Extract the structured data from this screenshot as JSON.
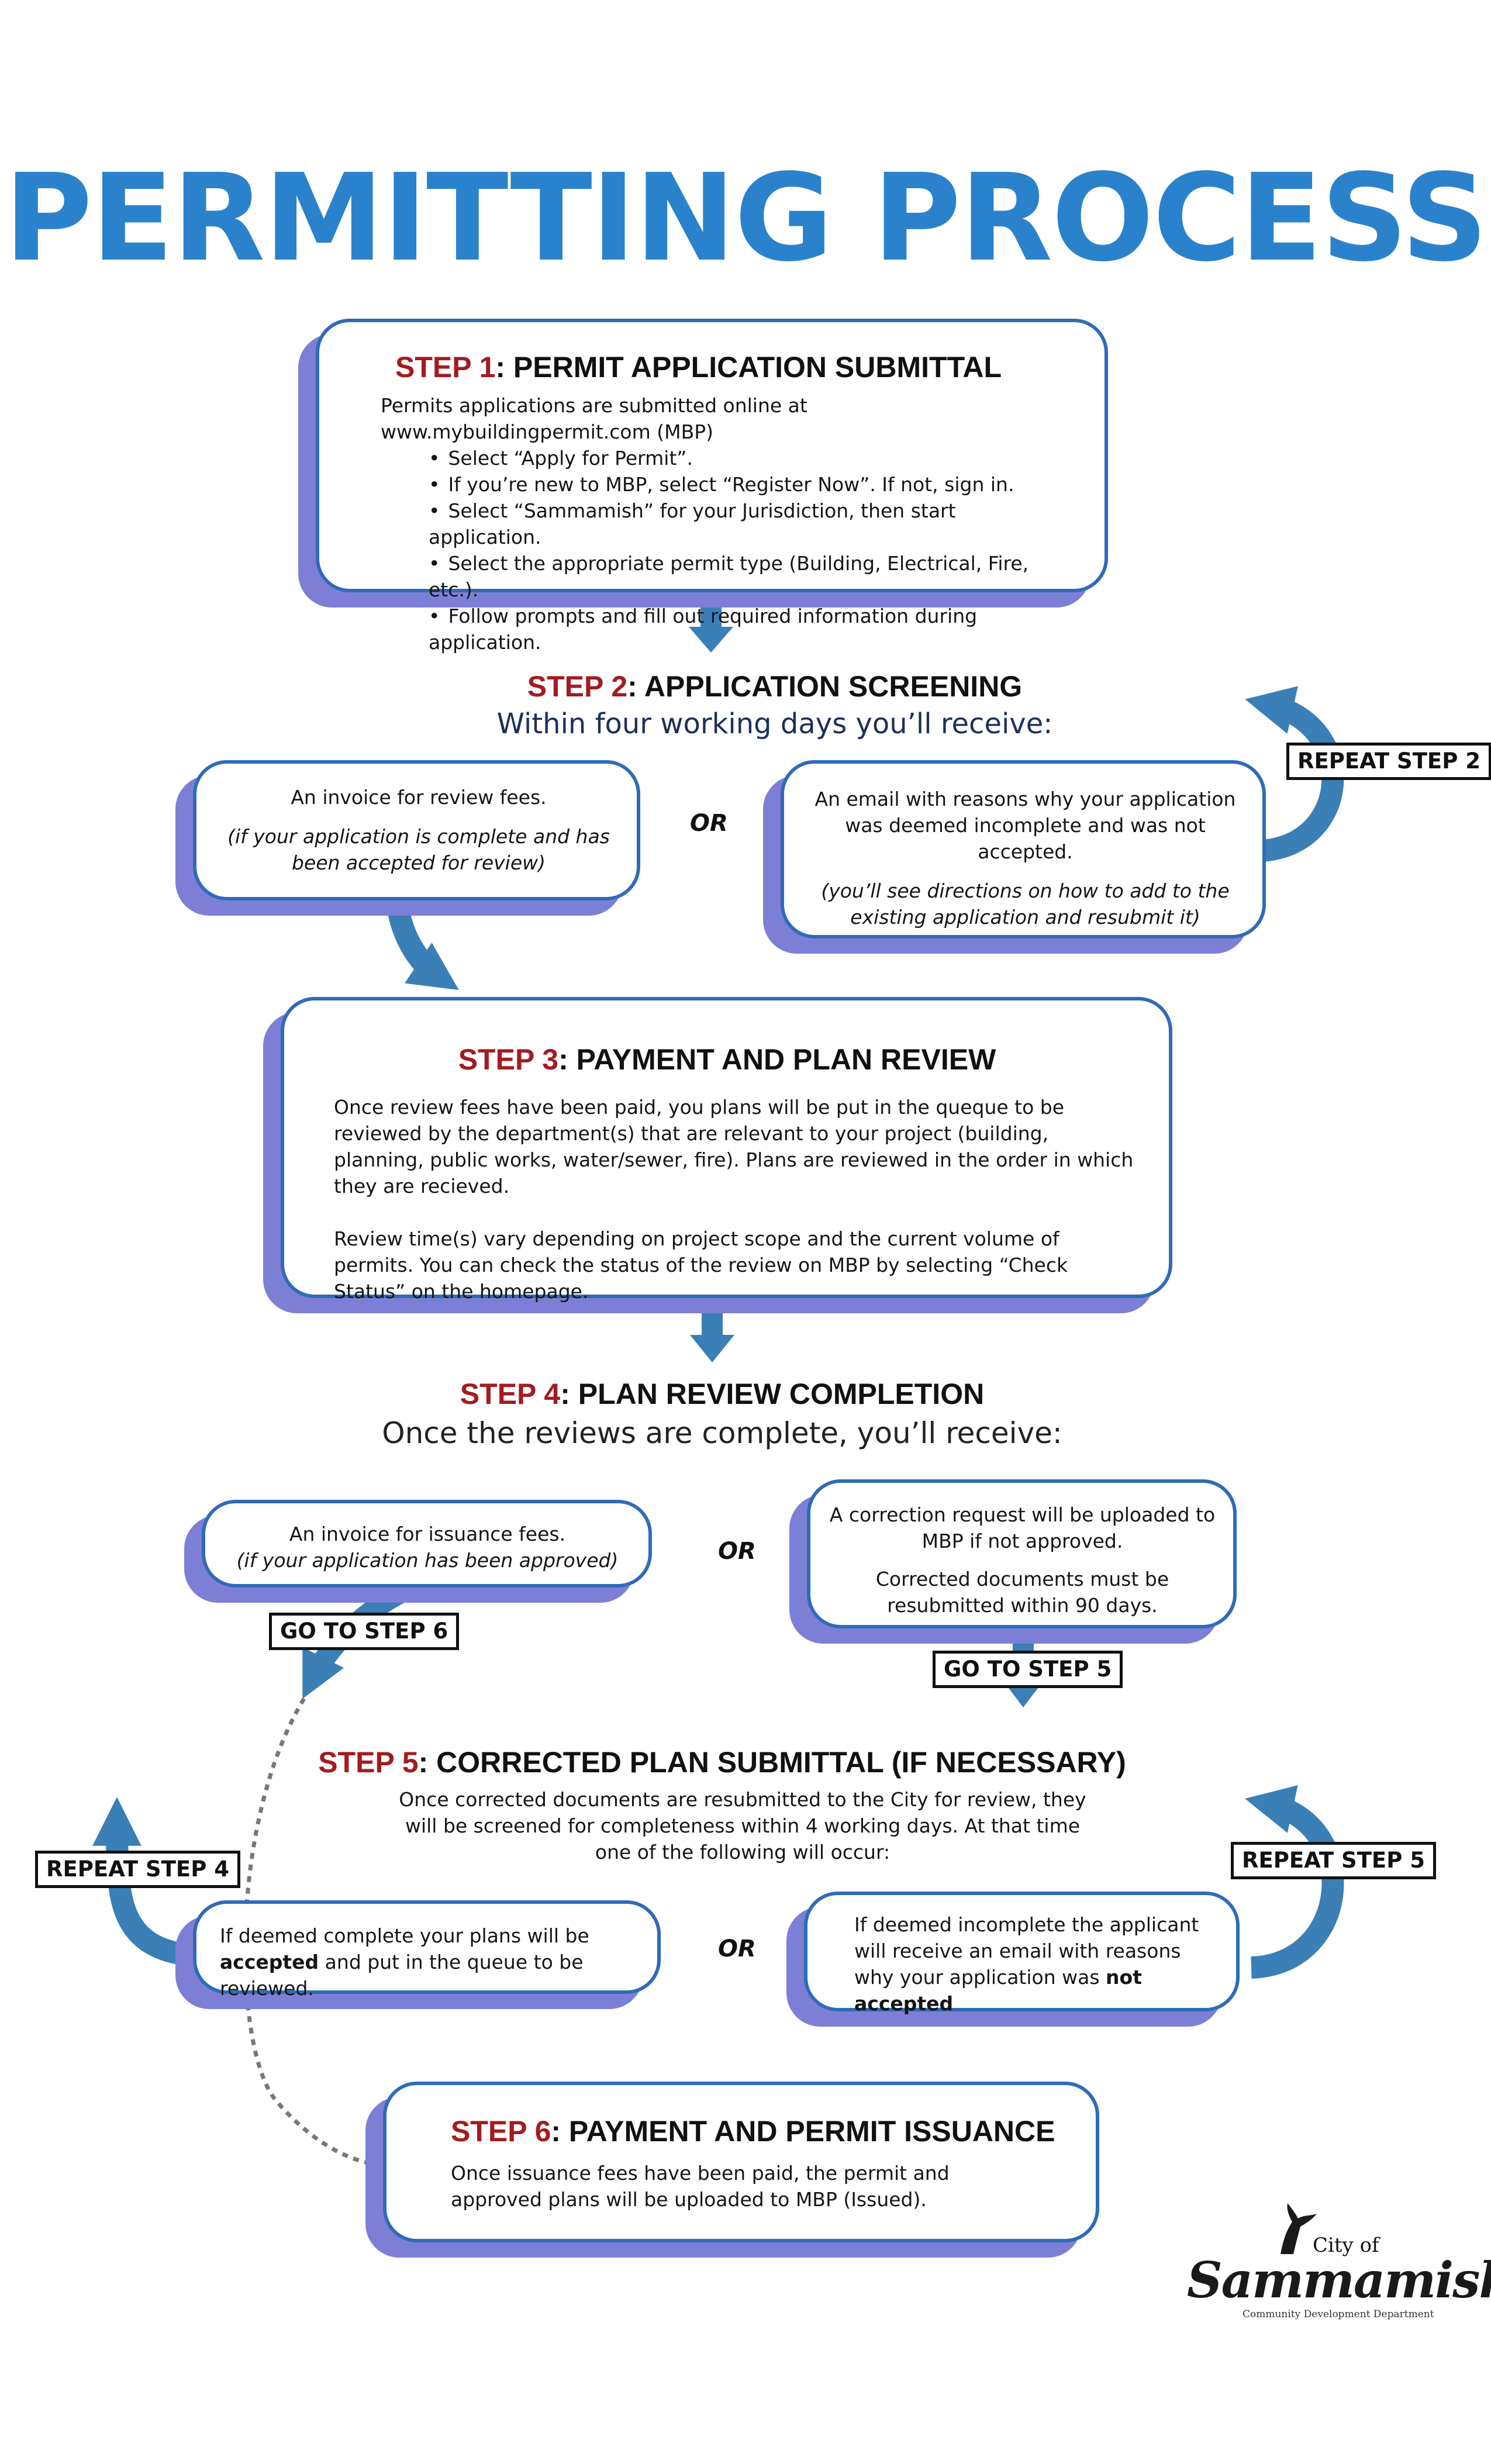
{
  "title": "PERMITTING PROCESS",
  "step1": {
    "num": "STEP 1",
    "heading": ": PERMIT APPLICATION SUBMITTAL",
    "intro": "Permits applications are submitted online at www.mybuildingpermit.com (MBP)",
    "bullets": [
      "Select “Apply for Permit”.",
      "If you’re new to MBP, select “Register Now”. If not, sign in.",
      "Select “Sammamish” for your Jurisdiction, then start application.",
      "Select the appropriate permit type (Building, Electrical, Fire, etc.).",
      "Follow prompts and fill out required information during application."
    ]
  },
  "step2": {
    "num": "STEP 2",
    "heading": ": APPLICATION SCREENING",
    "subtitle": "Within four working days you’ll receive:",
    "left_main": "An invoice for review fees.",
    "left_note": "(if your application is complete and has been accepted for review)",
    "or": "OR",
    "right_main": "An email with reasons why your application was deemed incomplete and was not accepted.",
    "right_note": "(you’ll see directions on how to add to the existing application and resubmit it)",
    "repeat": "REPEAT STEP 2"
  },
  "step3": {
    "num": "STEP 3",
    "heading": ": PAYMENT AND PLAN REVIEW",
    "p1": "Once review fees have been paid, you plans will be put in the queque to be reviewed by the department(s) that are relevant to your project (building, planning, public works, water/sewer, fire). Plans are reviewed in the order in which they are recieved.",
    "p2": "Review time(s) vary depending on project scope and the current volume of permits. You can check the status of the review on MBP by selecting “Check Status” on the homepage."
  },
  "step4": {
    "num": "STEP 4",
    "heading": ": PLAN REVIEW COMPLETION",
    "subtitle": "Once the reviews are complete, you’ll receive:",
    "left_main": "An invoice for issuance fees.",
    "left_note": "(if your application has been approved)",
    "or": "OR",
    "right_p1": "A correction request will be uploaded to MBP if not approved.",
    "right_p2": "Corrected documents must be resubmitted within 90 days.",
    "goto6": "GO TO STEP 6",
    "goto5": "GO TO STEP 5"
  },
  "step5": {
    "num": "STEP 5",
    "heading": ": CORRECTED PLAN SUBMITTAL (IF NECESSARY)",
    "intro": "Once corrected documents are resubmitted to the City for review, they will be screened for completeness within 4 working days.  At that time one of the following will occur:",
    "left_a": "If deemed complete your plans will be ",
    "left_b": "accepted",
    "left_c": " and put in the queue to be reviewed.",
    "or": "OR",
    "right_a": "If deemed incomplete the applicant will receive an email with reasons why your application was ",
    "right_b": "not accepted",
    "repeat4": "REPEAT STEP 4",
    "repeat5": "REPEAT STEP 5"
  },
  "step6": {
    "num": "STEP 6",
    "heading": ": PAYMENT AND PERMIT ISSUANCE",
    "body": "Once issuance fees have been paid, the permit and approved plans will be uploaded to MBP (Issued)."
  },
  "logo": {
    "city_of": "City of",
    "name": "Sammamish",
    "dept": "Community Development Department"
  },
  "colors": {
    "title_blue": "#2a82cc",
    "arrow_blue": "#3a7fb6",
    "step_red": "#a31b1f",
    "box_border": "#2f6bb8",
    "shadow": "#7d7fd6"
  }
}
